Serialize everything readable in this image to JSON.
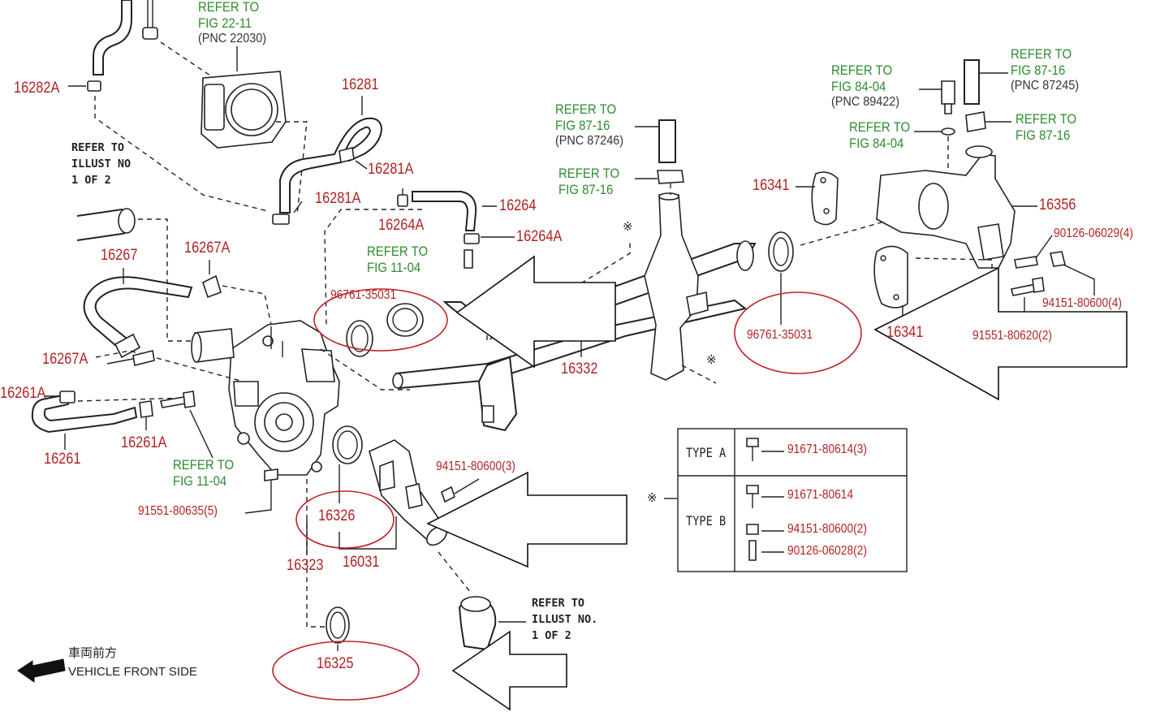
{
  "refer": {
    "fig22_11": "REFER TO\nFIG 22-11",
    "fig22_11_pnc": "(PNC 22030)",
    "illust_left": "REFER TO\nILLUST NO\n1 OF 2",
    "fig11_04_top": "REFER TO\nFIG 11-04",
    "fig11_04_bottom": "REFER TO\nFIG 11-04",
    "fig87_16_a": "REFER TO\nFIG 87-16",
    "fig87_16_a_pnc": "(PNC 87246)",
    "fig87_16_b": "REFER TO\nFIG 87-16",
    "fig84_04_a": "REFER TO\nFIG 84-04",
    "fig84_04_a_pnc": "(PNC 89422)",
    "fig84_04_b": "REFER TO\nFIG 84-04",
    "fig87_16_c": "REFER TO\nFIG 87-16",
    "fig87_16_c_pnc": "(PNC 87245)",
    "fig87_16_d": "REFER TO\nFIG 87-16",
    "illust_bottom": "REFER TO\nILLUST NO.\n1 OF 2"
  },
  "parts": {
    "p16282A": "16282A",
    "p16281": "16281",
    "p16281A_a": "16281A",
    "p16281A_b": "16281A",
    "p16264": "16264",
    "p16264A_a": "16264A",
    "p16264A_b": "16264A",
    "p16267": "16267",
    "p16267A_a": "16267A",
    "p16267A_b": "16267A",
    "p96761_left": "96761-35031",
    "p96761_right": "96761-35031",
    "p16332": "16332",
    "p16341_top": "16341",
    "p16341_bottom": "16341",
    "p16356": "16356",
    "p90126_4": "90126-06029(4)",
    "p94151_4": "94151-80600(4)",
    "p91551_2": "91551-80620(2)",
    "p16261A_a": "16261A",
    "p16261A_b": "16261A",
    "p16261": "16261",
    "p91551_5": "91551-80635(5)",
    "p94151_3": "94151-80600(3)",
    "p16326": "16326",
    "p16323": "16323",
    "p16031": "16031",
    "p16325": "16325"
  },
  "type_table": {
    "type_a": "TYPE A",
    "type_b": "TYPE B",
    "a_bolt": "91671-80614(3)",
    "b_bolt": "91671-80614",
    "b_nut": "94151-80600(2)",
    "b_stud": "90126-06028(2)",
    "asterisk": "※"
  },
  "marks": {
    "asterisk": "※"
  },
  "vehicle_front": {
    "jp": "車両前方",
    "en": "VEHICLE FRONT SIDE"
  }
}
